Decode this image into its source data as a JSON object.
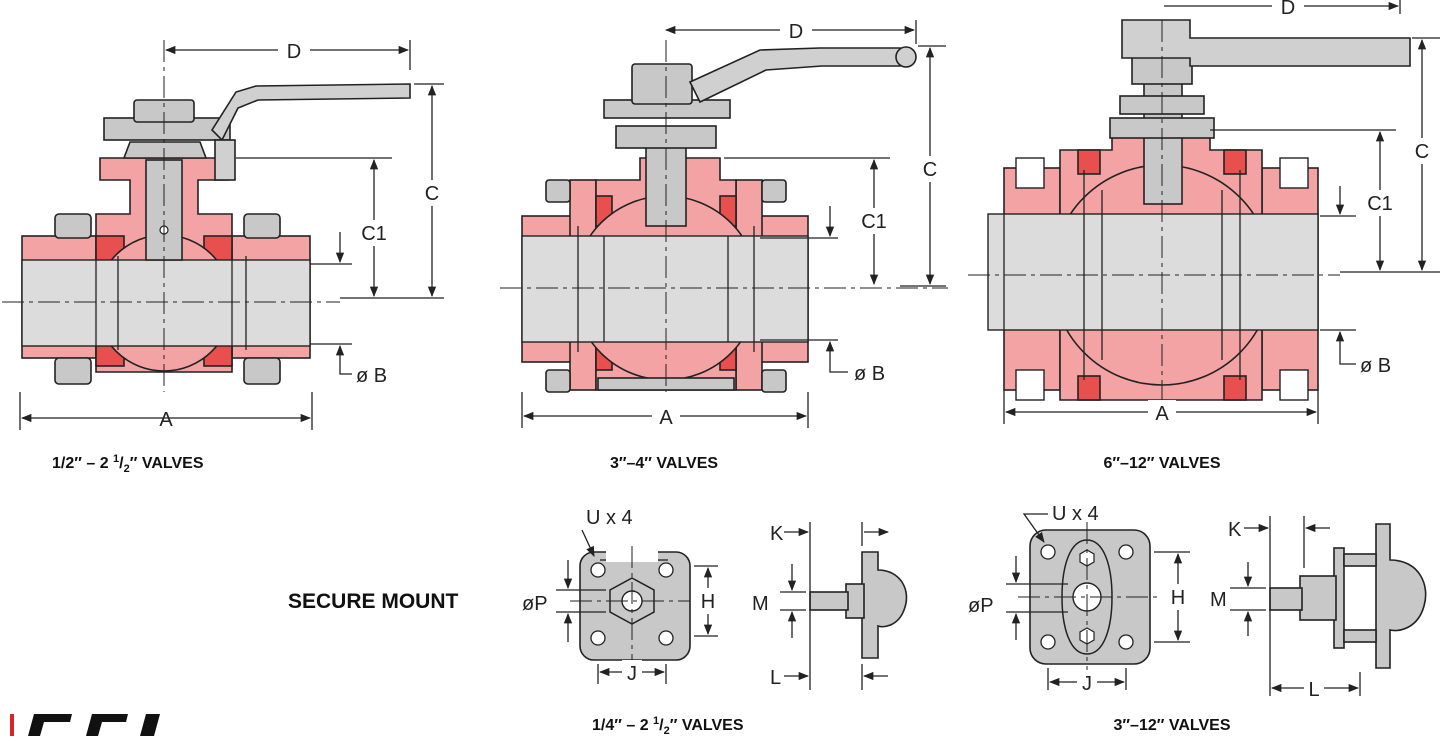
{
  "colors": {
    "body": "#f4a3a4",
    "seat": "#e8504f",
    "metal": "#c8c8c8",
    "bore": "#dcdcdc",
    "logo": "#d7262b"
  },
  "captions": {
    "valve_small": "1/2″ – 2 ",
    "valve_small_frac_num": "1",
    "valve_small_frac_den": "2",
    "valve_small_tail": "″ VALVES",
    "valve_mid": "3″–4″ VALVES",
    "valve_large": "6″–12″ VALVES",
    "secure_mount": "SECURE MOUNT",
    "mount_small": "1/4″ – 2 ",
    "mount_small_frac_num": "1",
    "mount_small_frac_den": "2",
    "mount_small_tail": "″ VALVES",
    "mount_large": "3″–12″ VALVES"
  },
  "dimensions": {
    "A": "A",
    "B": "ø B",
    "C": "C",
    "C1": "C1",
    "D": "D",
    "U": "U x 4",
    "P": "øP",
    "H": "H",
    "J": "J",
    "K": "K",
    "L": "L",
    "M": "M"
  }
}
